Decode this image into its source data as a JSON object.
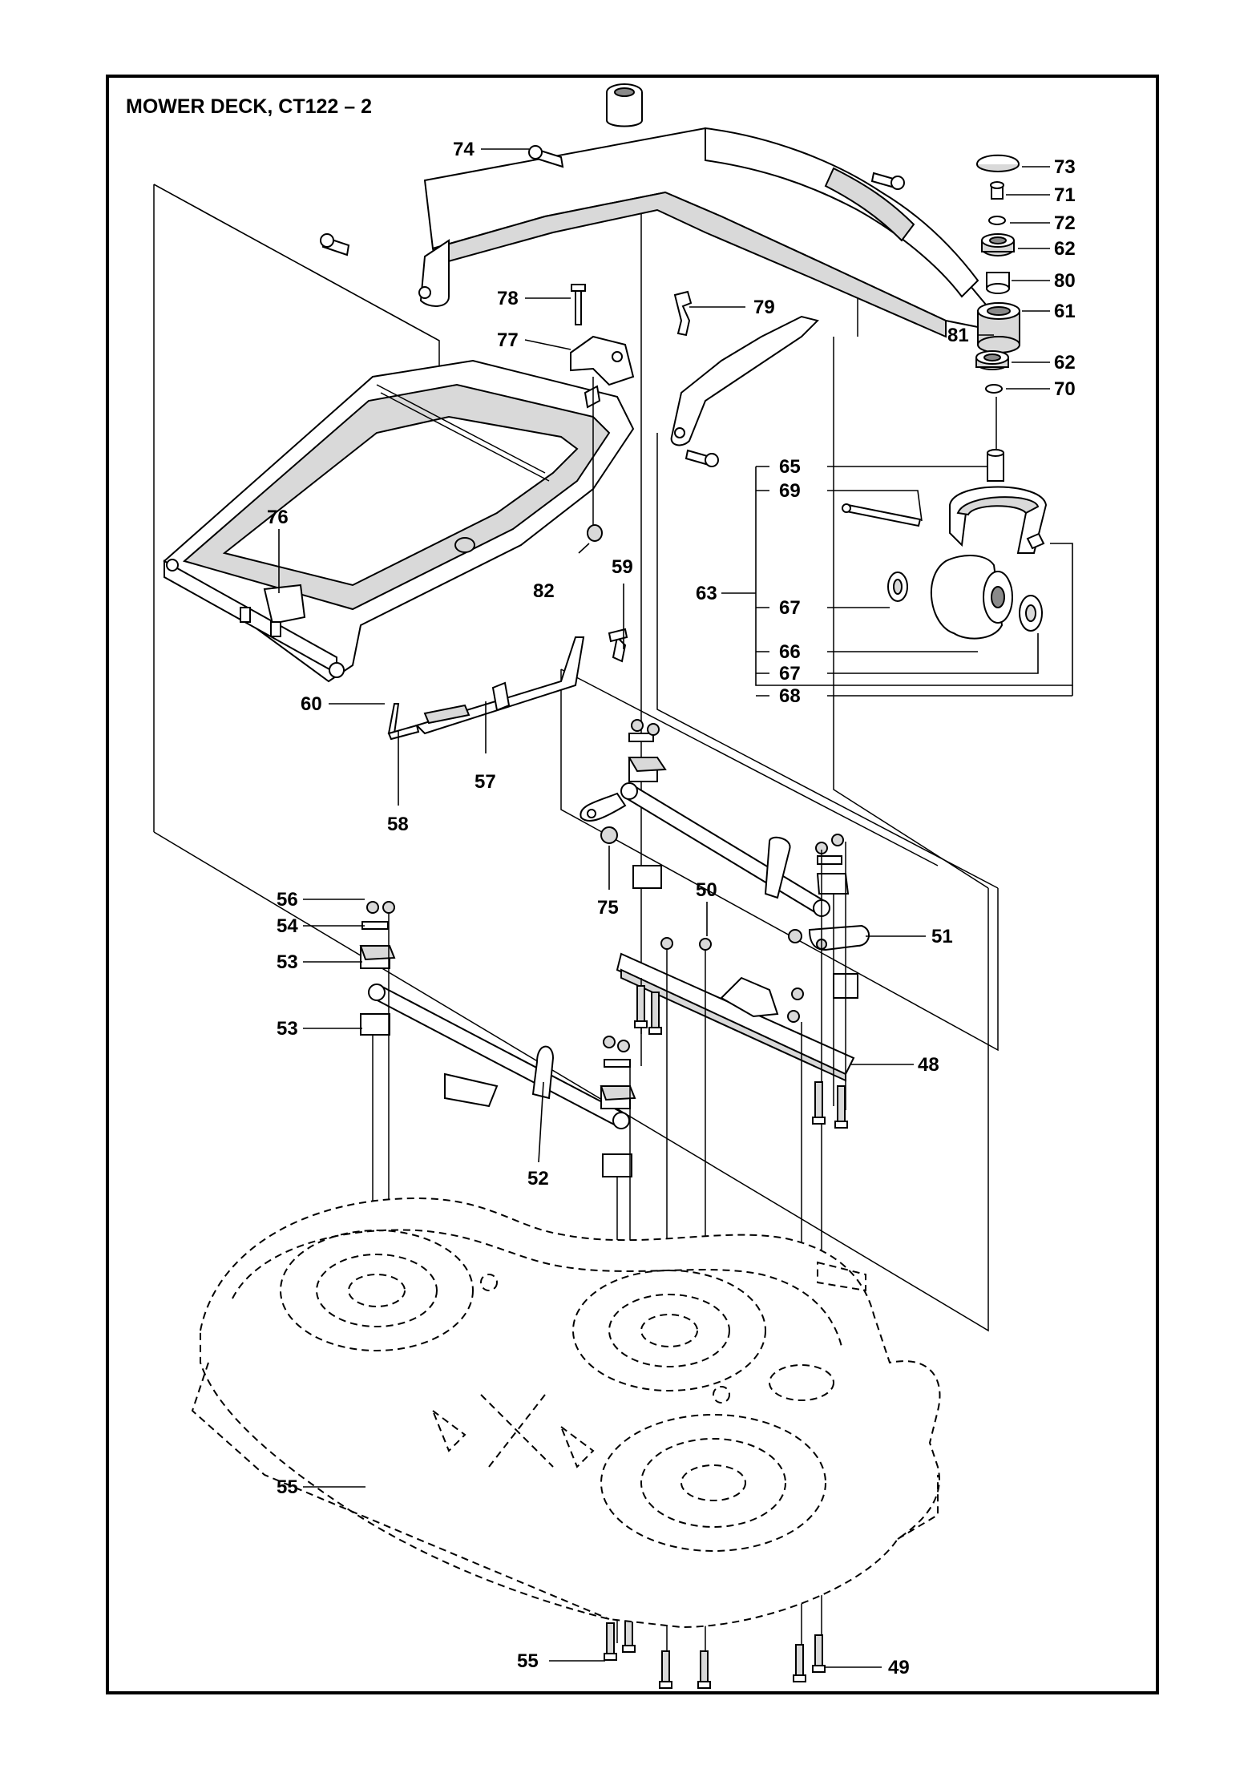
{
  "title": "MOWER DECK, CT122 – 2",
  "callouts": {
    "c48": "48",
    "c49": "49",
    "c50": "50",
    "c51": "51",
    "c52": "52",
    "c53a": "53",
    "c53b": "53",
    "c54": "54",
    "c55a": "55",
    "c55b": "55",
    "c56": "56",
    "c57": "57",
    "c58": "58",
    "c59": "59",
    "c60": "60",
    "c61": "61",
    "c62a": "62",
    "c62b": "62",
    "c63": "63",
    "c65": "65",
    "c66": "66",
    "c67a": "67",
    "c67b": "67",
    "c68": "68",
    "c69": "69",
    "c70": "70",
    "c71": "71",
    "c72": "72",
    "c73": "73",
    "c74": "74",
    "c75": "75",
    "c76": "76",
    "c77": "77",
    "c78": "78",
    "c79": "79",
    "c80": "80",
    "c81": "81",
    "c82": "82"
  }
}
